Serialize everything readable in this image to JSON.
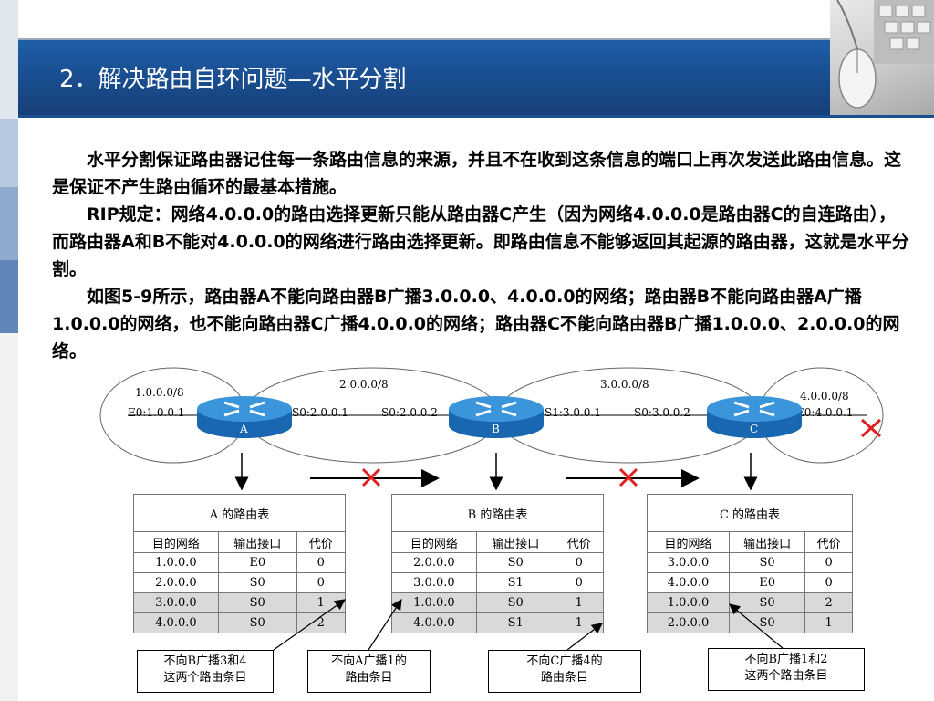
{
  "slide": {
    "title": "2．解决路由自环问题—水平分割",
    "paragraphs": [
      "水平分割保证路由器记住每一条路由信息的来源，并且不在收到这条信息的端口上再次发送此路由信息。这是保证不产生路由循环的最基本措施。",
      "RIP规定：网络4.0.0.0的路由选择更新只能从路由器C产生（因为网络4.0.0.0是路由器C的自连路由），而路由器A和B不能对4.0.0.0的网络进行路由选择更新。即路由信息不能够返回其起源的路由器，这就是水平分割。",
      "如图5-9所示，路由器A不能向路由器B广播3.0.0.0、4.0.0.0的网络；路由器B不能向路由器A广播1.0.0.0的网络，也不能向路由器C广播4.0.0.0的网络；路由器C不能向路由器B广播1.0.0.0、2.0.0.0的网络。"
    ]
  },
  "diagram": {
    "networks": {
      "net1": "1.0.0.0/8",
      "net2": "2.0.0.0/8",
      "net3": "3.0.0.0/8",
      "net4": "4.0.0.0/8"
    },
    "interfaces": {
      "a_e0": "E0:1.0.0.1",
      "a_s0": "S0:2.0.0.1",
      "b_s0": "S0:2.0.0.2",
      "b_s1": "S1:3.0.0.1",
      "c_s0": "S0:3.0.0.2",
      "c_e0": "E0:4.0.0.1"
    },
    "routers": {
      "a": "A",
      "b": "B",
      "c": "C"
    },
    "header": {
      "dest": "目的网络",
      "iface": "输出接口",
      "cost": "代价"
    },
    "tables": [
      {
        "caption": "A 的路由表",
        "rows": [
          [
            "1.0.0.0",
            "E0",
            "0"
          ],
          [
            "2.0.0.0",
            "S0",
            "0"
          ],
          [
            "3.0.0.0",
            "S0",
            "1"
          ],
          [
            "4.0.0.0",
            "S0",
            "2"
          ]
        ]
      },
      {
        "caption": "B 的路由表",
        "rows": [
          [
            "2.0.0.0",
            "S0",
            "0"
          ],
          [
            "3.0.0.0",
            "S1",
            "0"
          ],
          [
            "1.0.0.0",
            "S0",
            "1"
          ],
          [
            "4.0.0.0",
            "S1",
            "1"
          ]
        ]
      },
      {
        "caption": "C 的路由表",
        "rows": [
          [
            "3.0.0.0",
            "S0",
            "0"
          ],
          [
            "4.0.0.0",
            "E0",
            "0"
          ],
          [
            "1.0.0.0",
            "S0",
            "2"
          ],
          [
            "2.0.0.0",
            "S0",
            "1"
          ]
        ]
      }
    ],
    "notes": {
      "n1": [
        "不向B广播3和4",
        "这两个路由条目"
      ],
      "n2": [
        "不向A广播1的",
        "路由条目"
      ],
      "n3": [
        "不向C广播4的",
        "路由条目"
      ],
      "n4": [
        "不向B广播1和2",
        "这两个路由条目"
      ]
    },
    "colors": {
      "router": "#1f78c1",
      "cross": "#e02020",
      "header": "#1a4f92"
    }
  }
}
